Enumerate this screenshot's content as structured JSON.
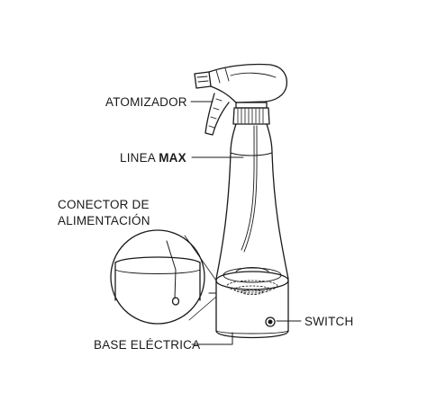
{
  "labels": {
    "atomizer": "ATOMIZADOR",
    "max_line_prefix": "LINEA ",
    "max_line_bold": "MAX",
    "connector_line1": "CONECTOR DE",
    "connector_line2": "ALIMENTACIÓN",
    "switch": "SWITCH",
    "base": "BASE ELÉCTRICA"
  },
  "colors": {
    "stroke": "#1a1a1a",
    "background": "#ffffff"
  }
}
